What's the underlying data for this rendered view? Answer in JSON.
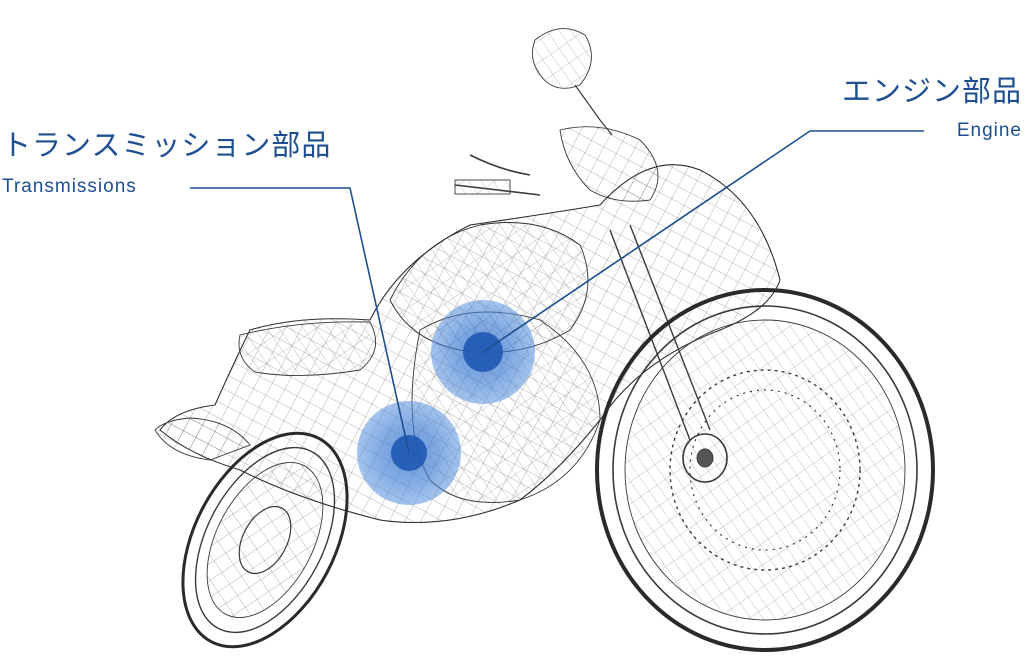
{
  "callouts": {
    "transmission": {
      "label_jp": "トランスミッション部品",
      "label_en": "Transmissions"
    },
    "engine": {
      "label_jp": "エンジン部品",
      "label_en": "Engine"
    }
  },
  "colors": {
    "accent": "#1d4f91",
    "highlight": "#3d7cd1",
    "wireframe": "#3a3a3a"
  },
  "image": {
    "subject": "motorcycle-wireframe"
  }
}
